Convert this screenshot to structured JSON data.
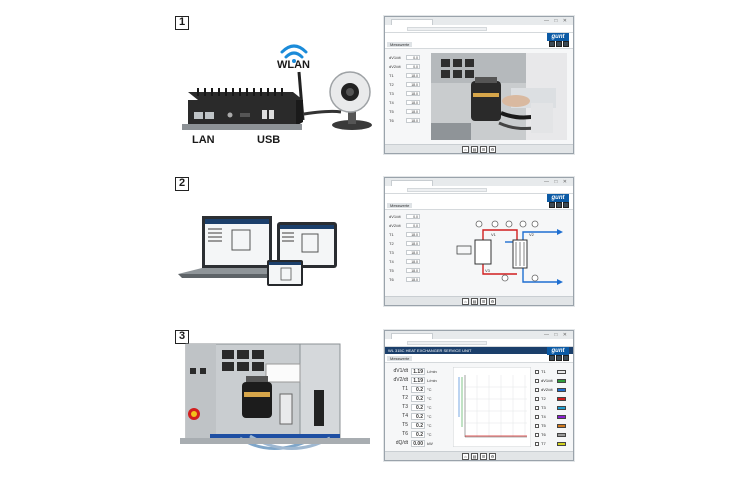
{
  "steps": [
    "1",
    "2",
    "3"
  ],
  "panel1": {
    "wlan_label": "WLAN",
    "lan_label": "LAN",
    "usb_label": "USB"
  },
  "brand": "gunt",
  "window": {
    "section_label": "Messwerte",
    "footer_icons": [
      "home-icon",
      "chart-icon",
      "data-icon",
      "settings-icon"
    ]
  },
  "window1": {
    "rows": [
      {
        "label": "dV1/dt",
        "value": "0.0"
      },
      {
        "label": "dV2/dt",
        "value": "0.0"
      },
      {
        "label": "T1",
        "value": "18.0"
      },
      {
        "label": "T2",
        "value": "18.0"
      },
      {
        "label": "T3",
        "value": "18.0"
      },
      {
        "label": "T4",
        "value": "18.0"
      },
      {
        "label": "T5",
        "value": "18.0"
      },
      {
        "label": "T6",
        "value": "18.0"
      }
    ]
  },
  "window2": {
    "rows": [
      {
        "label": "dV1/dt",
        "value": "0.0"
      },
      {
        "label": "dV2/dt",
        "value": "0.0"
      },
      {
        "label": "T1",
        "value": "18.0"
      },
      {
        "label": "T2",
        "value": "18.0"
      },
      {
        "label": "T3",
        "value": "18.0"
      },
      {
        "label": "T4",
        "value": "18.0"
      },
      {
        "label": "T5",
        "value": "18.0"
      },
      {
        "label": "T6",
        "value": "18.0"
      }
    ],
    "diagram_labels": {
      "v1": "V1",
      "v2": "V2",
      "v3": "V3"
    }
  },
  "window3": {
    "title_bar": "WL 315C HEAT EXCHANGER SERVICE UNIT",
    "rows": [
      {
        "label": "dV1/dt",
        "value": "1.19",
        "unit": "L/min"
      },
      {
        "label": "dV2/dt",
        "value": "1.19",
        "unit": "L/min"
      },
      {
        "label": "T1",
        "value": "0.2",
        "unit": "°C"
      },
      {
        "label": "T2",
        "value": "0.2",
        "unit": "°C"
      },
      {
        "label": "T3",
        "value": "0.2",
        "unit": "°C"
      },
      {
        "label": "T4",
        "value": "0.2",
        "unit": "°C"
      },
      {
        "label": "T5",
        "value": "0.2",
        "unit": "°C"
      },
      {
        "label": "T6",
        "value": "0.2",
        "unit": "°C"
      },
      {
        "label": "dQ/dt",
        "value": "0.00",
        "unit": "kW"
      }
    ],
    "legend": [
      {
        "label": "T1",
        "color": "#e8e8e8"
      },
      {
        "label": "dV1/dt",
        "color": "#2f9e3a"
      },
      {
        "label": "dV2/dt",
        "color": "#1f6fd1"
      },
      {
        "label": "T2",
        "color": "#d11f1f"
      },
      {
        "label": "T3",
        "color": "#1f9fd1"
      },
      {
        "label": "T4",
        "color": "#8a1fd1"
      },
      {
        "label": "T5",
        "color": "#d17a1f"
      },
      {
        "label": "T6",
        "color": "#9a9a9a"
      },
      {
        "label": "T7",
        "color": "#d1d11f"
      }
    ]
  }
}
